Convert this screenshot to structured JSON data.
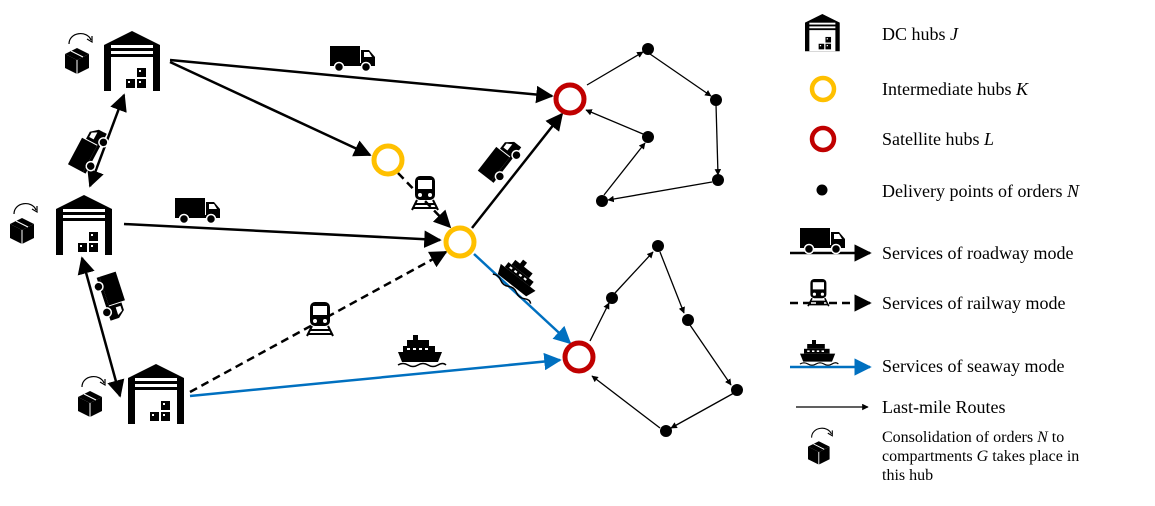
{
  "legend": {
    "dc_hubs": "DC hubs",
    "dc_hubs_symbol": "J",
    "intermediate_hubs": "Intermediate hubs",
    "intermediate_hubs_symbol": "K",
    "satellite_hubs": "Satellite hubs",
    "satellite_hubs_symbol": "L",
    "delivery_points": "Delivery points of orders",
    "delivery_points_symbol": "N",
    "roadway": "Services of roadway mode",
    "railway": "Services of railway mode",
    "seaway": "Services of seaway mode",
    "last_mile": "Last-mile Routes",
    "consolidation_1": "Consolidation of orders",
    "consolidation_N": "N",
    "consolidation_2": " to",
    "consolidation_3": "compartments",
    "consolidation_G": "G",
    "consolidation_4": " takes place in",
    "consolidation_5": "this hub"
  },
  "colors": {
    "intermediate_hub": "#ffc000",
    "satellite_hub": "#c00000",
    "seaway": "#0070c0",
    "ink": "#000000"
  },
  "icons": {
    "dc_hub": "warehouse-icon",
    "truck": "truck-icon",
    "train": "train-icon",
    "ship": "ship-icon",
    "consolidation": "box-with-arrow-icon"
  }
}
